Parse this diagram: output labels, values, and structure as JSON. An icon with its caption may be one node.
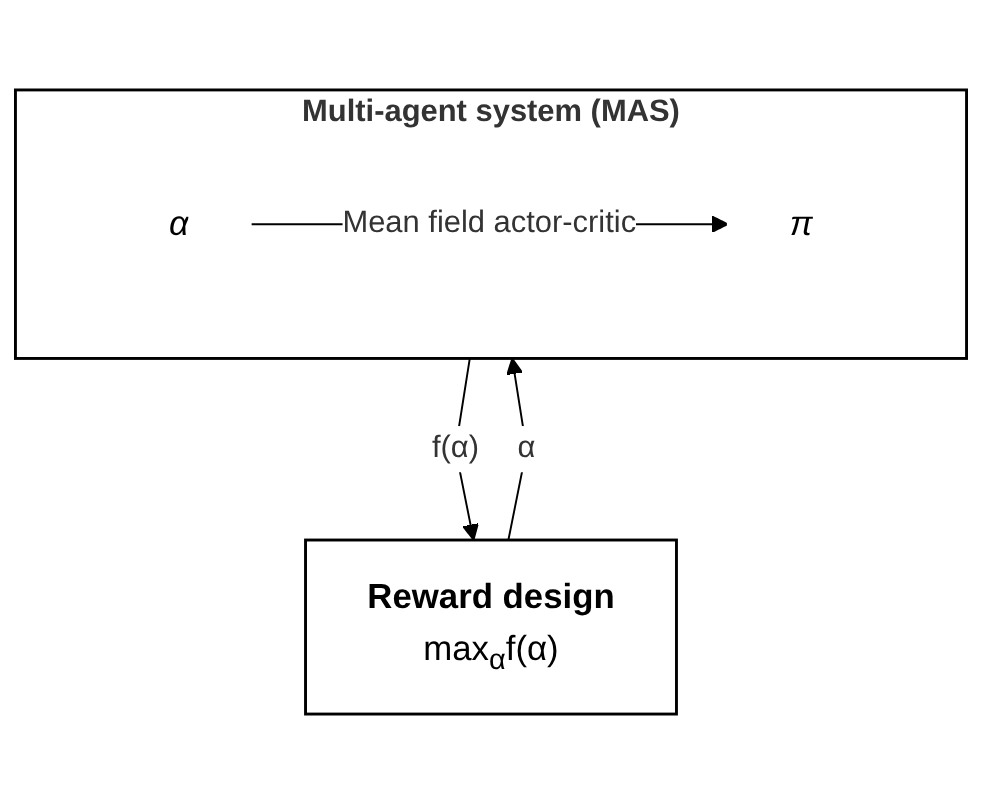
{
  "diagram": {
    "nodes": [
      {
        "text": [
          "Reward design",
          "max$_{α}$f(α)"
        ]
      },
      {
        "text": [
          "Multi-agent system (MAS)"
        ]
      },
      {
        "text": [
          "α"
        ],
        "in": 1
      },
      {
        "text": [
          "π"
        ],
        "in": 1
      }
    ],
    "edges": [
      {
        "from": 0,
        "to": 1,
        "arrow": "to",
        "label": "α"
      },
      {
        "from": 1,
        "to": 0,
        "arrow": "to",
        "label": "f(α)"
      },
      {
        "from": 2,
        "to": 3,
        "arrow": "to",
        "label": "Mean field actor-critic"
      }
    ]
  }
}
